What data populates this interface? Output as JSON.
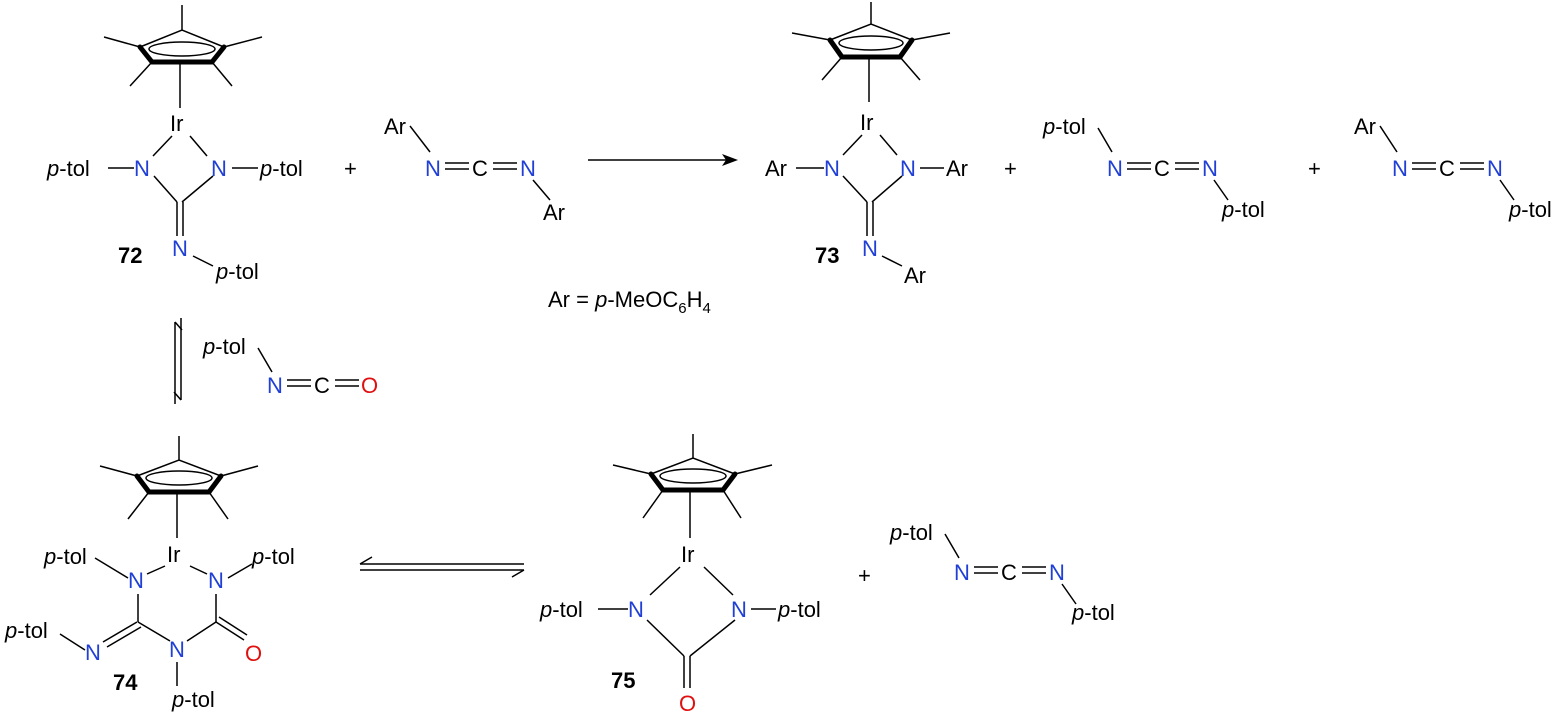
{
  "labels": {
    "p_tol_italic": "p",
    "p_tol_rest": "-tol",
    "ar": "Ar",
    "ir": "Ir",
    "n": "N",
    "c": "C",
    "o": "O",
    "plus": "+",
    "eq": "="
  },
  "compounds": {
    "c72": "72",
    "c73": "73",
    "c74": "74",
    "c75": "75"
  },
  "definition": {
    "lhs": "Ar = ",
    "p": "p",
    "body": "-MeOC",
    "sub6": "6",
    "h": "H",
    "sub4": "4"
  },
  "colors": {
    "nitrogen": "#1f3fd6",
    "oxygen": "#e01010",
    "bond": "#000000"
  }
}
